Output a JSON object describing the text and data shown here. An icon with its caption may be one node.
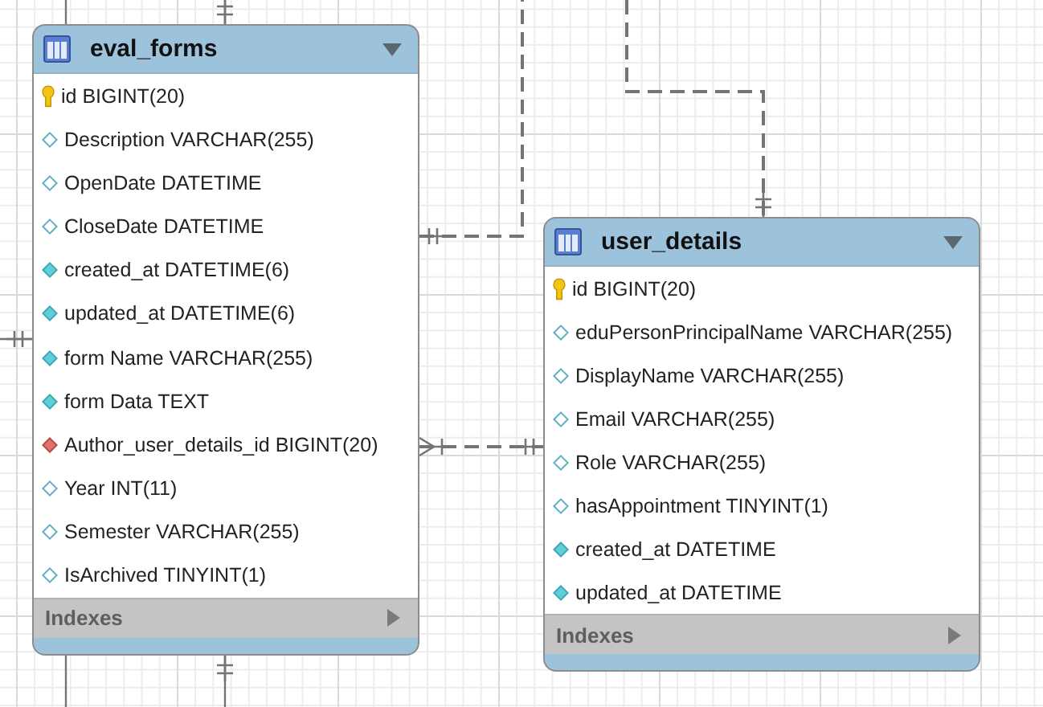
{
  "diagram": {
    "nodes": [
      {
        "text": [
          "eval_forms",
          "id BIGINT(20)",
          "Description VARCHAR(255)",
          "OpenDate DATETIME",
          "CloseDate DATETIME",
          "created_at DATETIME(6)",
          "updated_at DATETIME(6)",
          "form Name VARCHAR(255)",
          "form Data TEXT",
          "Author_user_details_id BIGINT(20)",
          "Year INT(11)",
          "Semester VARCHAR(255)",
          "IsArchived TINYINT(1)",
          "Indexes"
        ]
      },
      {
        "text": [
          "user_details",
          "id BIGINT(20)",
          "eduPersonPrincipalName VARCHAR(255)",
          "DisplayName VARCHAR(255)",
          "Email VARCHAR(255)",
          "Role VARCHAR(255)",
          "hasAppointment TINYINT(1)",
          "created_at DATETIME",
          "updated_at DATETIME",
          "Indexes"
        ]
      }
    ],
    "edges": [
      {
        "from": null,
        "to": 0,
        "arrow": "none"
      },
      {
        "from": null,
        "to": 0,
        "arrow": "other"
      },
      {
        "from": 0,
        "to": null,
        "arrow": "other",
        "style": "dashed"
      },
      {
        "from": null,
        "to": 1,
        "arrow": "other",
        "style": "dashed"
      },
      {
        "from": null,
        "to": 0,
        "arrow": "other"
      },
      {
        "from": 0,
        "to": 1,
        "arrow": "other",
        "style": "dashed"
      },
      {
        "from": 0,
        "to": null,
        "arrow": "none"
      },
      {
        "from": 0,
        "to": null,
        "arrow": "other"
      }
    ]
  }
}
